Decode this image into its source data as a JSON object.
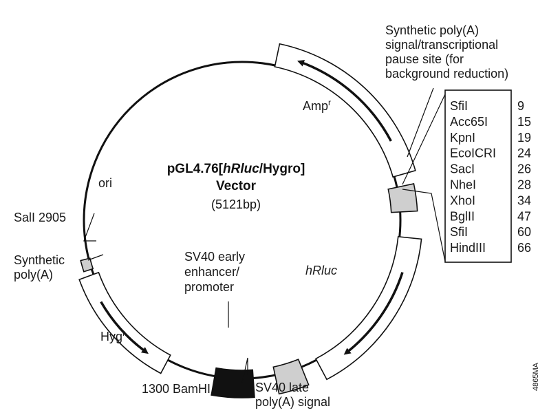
{
  "vector": {
    "title_prefix": "pGL4.76[",
    "title_gene": "hRluc",
    "title_suffix": "/Hygro]",
    "title_line2": "Vector",
    "size": "(5121bp)"
  },
  "features": {
    "amp_label": "Amp",
    "amp_sup": "r",
    "hrluc_label": "hRluc",
    "hyg_label": "Hyg",
    "hyg_sup": "r",
    "ori_label": "ori",
    "sall_label": "SalI 2905",
    "synpolya_line1": "Synthetic",
    "synpolya_line2": "poly(A)",
    "sv40_early_line1": "SV40 early",
    "sv40_early_line2": "enhancer/",
    "sv40_early_line3": "promoter",
    "bamhi_label": "1300 BamHI",
    "sv40_late_line1": "SV40 late",
    "sv40_late_line2": "poly(A) signal",
    "pause_line1": "Synthetic poly(A)",
    "pause_line2": "signal/transcriptional",
    "pause_line3": "pause site (for",
    "pause_line4": "background reduction)"
  },
  "mcs": [
    {
      "enzyme": "SfiI",
      "position": "9"
    },
    {
      "enzyme": "Acc65I",
      "position": "15"
    },
    {
      "enzyme": "KpnI",
      "position": "19"
    },
    {
      "enzyme": "EcoICRI",
      "position": "24"
    },
    {
      "enzyme": "SacI",
      "position": "26"
    },
    {
      "enzyme": "NheI",
      "position": "28"
    },
    {
      "enzyme": "XhoI",
      "position": "34"
    },
    {
      "enzyme": "BglII",
      "position": "47"
    },
    {
      "enzyme": "SfiI",
      "position": "60"
    },
    {
      "enzyme": "HindIII",
      "position": "66"
    }
  ],
  "figure_code": "4865MA",
  "colors": {
    "ink": "#111111",
    "promoter_fill": "#111111",
    "polya_fill": "#cfcfcf",
    "gene_fill": "#ffffff"
  }
}
